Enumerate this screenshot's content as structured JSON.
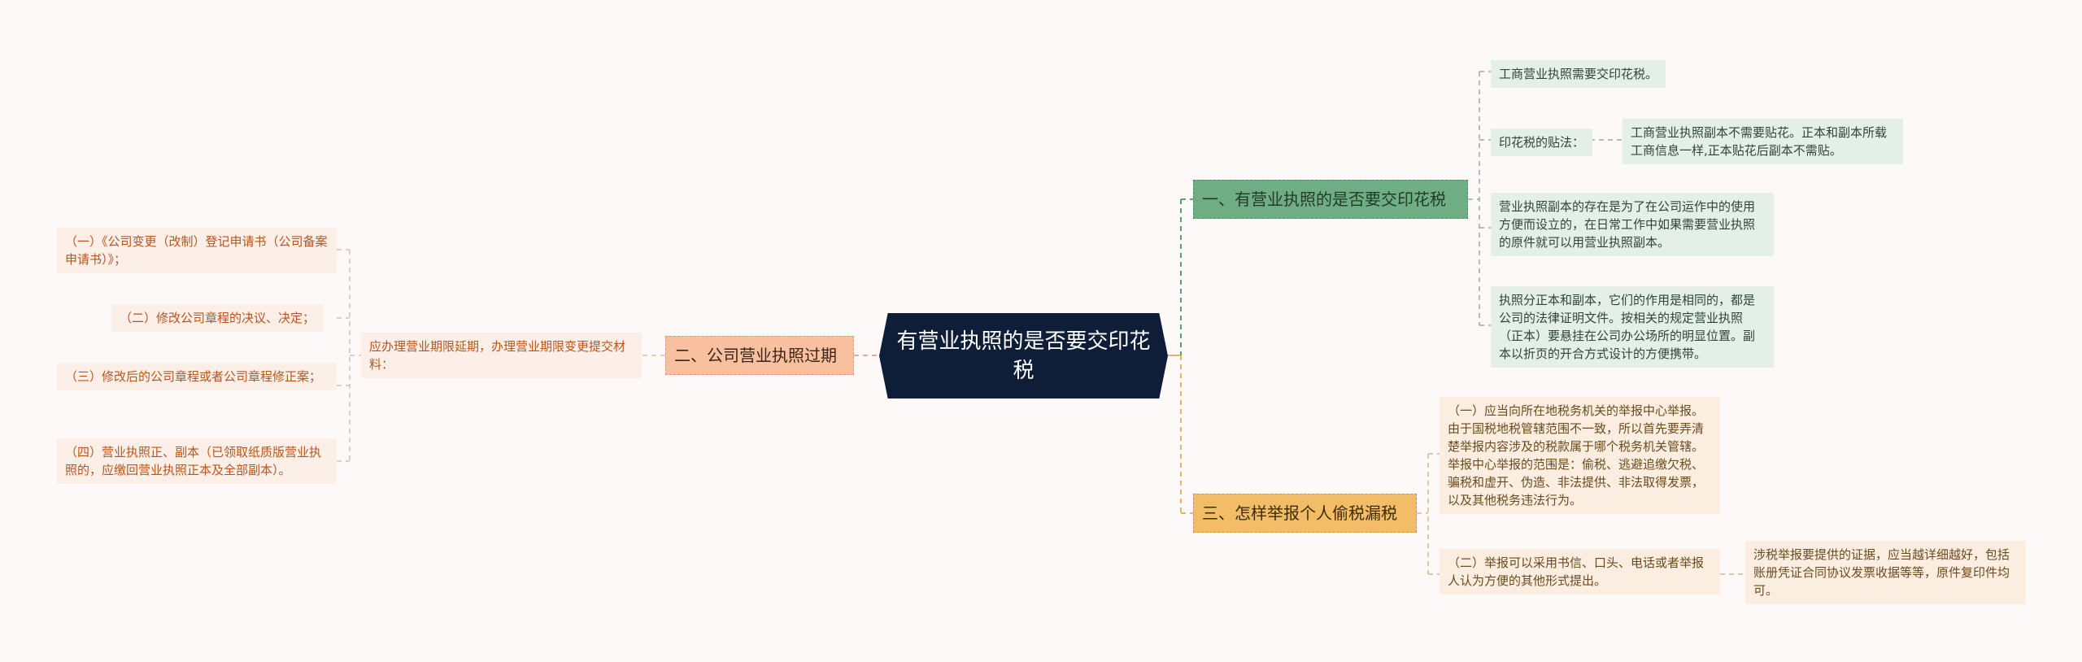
{
  "root": {
    "title": "有营业执照的是否要交印花税"
  },
  "branches": {
    "one": {
      "label": "一、有营业执照的是否要交印花税",
      "color": "#6fae84",
      "children": [
        {
          "text": "工商营业执照需要交印花税。"
        },
        {
          "text": "印花税的贴法：",
          "child": "工商营业执照副本不需要贴花。正本和副本所载工商信息一样,正本贴花后副本不需贴。"
        },
        {
          "text": "营业执照副本的存在是为了在公司运作中的使用方便而设立的，在日常工作中如果需要营业执照的原件就可以用营业执照副本。"
        },
        {
          "text": "执照分正本和副本，它们的作用是相同的，都是公司的法律证明文件。按相关的规定营业执照（正本）要悬挂在公司办公场所的明显位置。副本以折页的开合方式设计的方便携带。"
        }
      ]
    },
    "two": {
      "label": "二、公司营业执照过期",
      "color": "#f9c0a0",
      "mid": "应办理营业期限延期，办理营业期限变更提交材料：",
      "children": [
        {
          "text": "（一）《公司变更（改制）登记申请书（公司备案申请书）》；"
        },
        {
          "text": "（二）修改公司章程的决议、决定；"
        },
        {
          "text": "（三）修改后的公司章程或者公司章程修正案；"
        },
        {
          "text": "（四）营业执照正、副本（已领取纸质版营业执照的，应缴回营业执照正本及全部副本）。"
        }
      ]
    },
    "three": {
      "label": "三、怎样举报个人偷税漏税",
      "color": "#f2bd66",
      "children": [
        {
          "text": "（一）应当向所在地税务机关的举报中心举报。由于国税地税管辖范围不一致，所以首先要弄清楚举报内容涉及的税款属于哪个税务机关管辖。举报中心举报的范围是：偷税、逃避追缴欠税、骗税和虚开、伪造、非法提供、非法取得发票，以及其他税务违法行为。"
        },
        {
          "text": "（二）举报可以采用书信、口头、电话或者举报人认为方便的其他形式提出。",
          "child": "涉税举报要提供的证据，应当越详细越好，包括账册凭证合同协议发票收据等等，原件复印件均可。"
        }
      ]
    }
  }
}
